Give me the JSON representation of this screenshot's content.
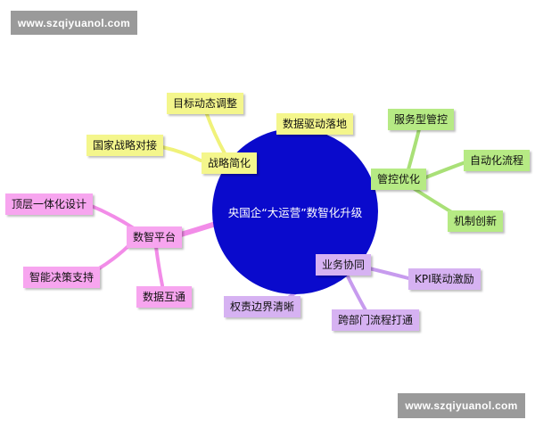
{
  "watermark": {
    "top": "www.szqiyuanol.com",
    "bottom": "www.szqiyuanol.com"
  },
  "center": {
    "label": "央国企“大运营”数智化升级",
    "color": "#0a0acc"
  },
  "branches": {
    "strategy": {
      "label": "战略简化",
      "color": "#f4f68c",
      "line": "#f0f27a",
      "children": [
        "目标动态调整",
        "国家战略对接",
        "数据驱动落地"
      ]
    },
    "control": {
      "label": "管控优化",
      "color": "#b6ea84",
      "line": "#a9e077",
      "children": [
        "服务型管控",
        "自动化流程",
        "机制创新"
      ]
    },
    "platform": {
      "label": "数智平台",
      "color": "#f7a5ef",
      "line": "#f28ce8",
      "children": [
        "顶层一体化设计",
        "智能决策支持",
        "数据互通"
      ]
    },
    "collab": {
      "label": "业务协同",
      "color": "#d6b2f2",
      "line": "#c79bee",
      "children": [
        "KPI联动激励",
        "权责边界清晰",
        "跨部门流程打通"
      ]
    }
  }
}
